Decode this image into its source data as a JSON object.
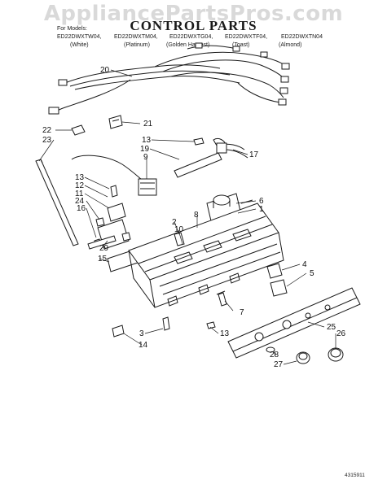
{
  "watermark": "AppliancePartsPros.com",
  "title": "CONTROL PARTS",
  "for_models_label": "For Models:",
  "models": [
    "ED22DWXTW04,",
    "ED22DWXTM04,",
    "ED22DWXTG04,",
    "ED22DWXTF04,",
    "ED22DWXTN04"
  ],
  "colors": [
    "(White)",
    "(Platinum)",
    "(Golden Harvest)",
    "(Toast)",
    "(Almond)"
  ],
  "callouts": [
    "20",
    "21",
    "22",
    "23",
    "13",
    "19",
    "17",
    "9",
    "13",
    "12",
    "11",
    "24",
    "16",
    "6",
    "1",
    "8",
    "2",
    "10",
    "29",
    "15",
    "4",
    "5",
    "7",
    "3",
    "14",
    "13",
    "25",
    "26",
    "28",
    "27"
  ],
  "document_number": "4315911",
  "colors_hex": {
    "ink": "#1a1a1a",
    "background": "#ffffff",
    "watermark": "#787878"
  }
}
